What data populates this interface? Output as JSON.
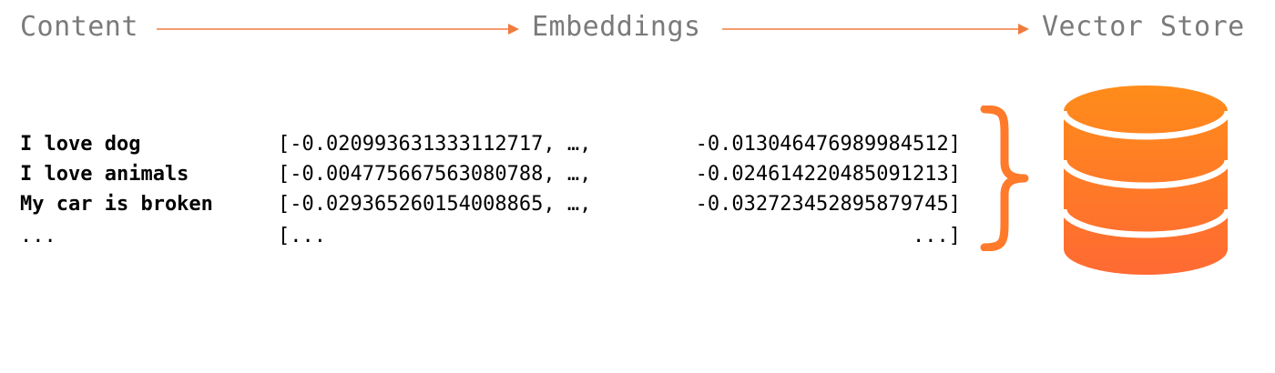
{
  "header": {
    "content": "Content",
    "embeddings": "Embeddings",
    "vector_store": "Vector Store"
  },
  "rows": [
    {
      "text": "I love dog",
      "vector_start": "[-0.020993631333112717, …,",
      "vector_end": "-0.013046476989984512]"
    },
    {
      "text": "I love animals",
      "vector_start": "[-0.004775667563080788, …,",
      "vector_end": "-0.024614220485091213]"
    },
    {
      "text": "My car is broken",
      "vector_start": "[-0.029365260154008865, …,",
      "vector_end": "-0.032723452895879745]"
    },
    {
      "text": "...",
      "vector_start": "[...",
      "vector_end": "...]"
    }
  ],
  "colors": {
    "accent": "#F07B3F",
    "db_top": "#FF8C1A",
    "db_bottom": "#FF6A33",
    "header_text": "#7A7A7A"
  },
  "icons": {
    "arrow": "right-arrow-icon",
    "brace": "curly-brace-icon",
    "database": "database-icon"
  }
}
